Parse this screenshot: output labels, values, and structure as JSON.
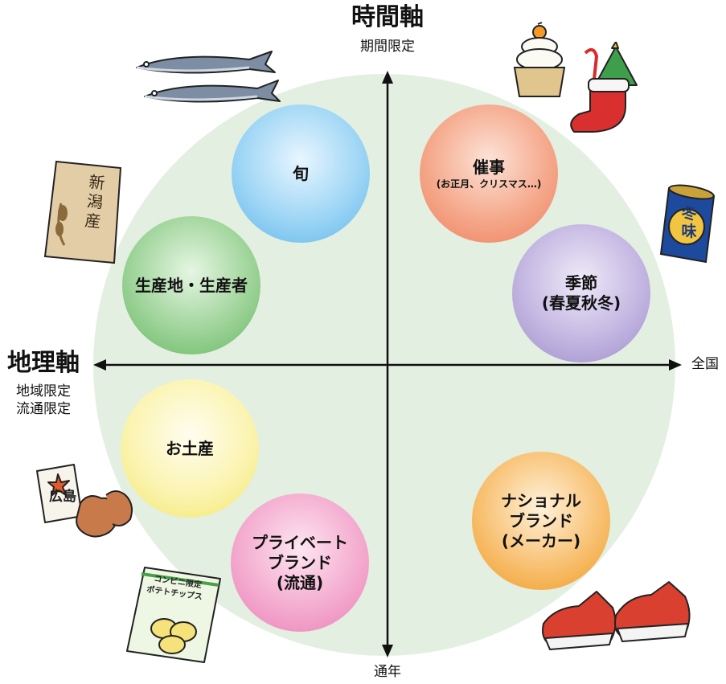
{
  "axes": {
    "vertical": {
      "title": "時間軸",
      "top_label": "期間限定",
      "bottom_label": "通年"
    },
    "horizontal": {
      "title": "地理軸",
      "left_label_1": "地域限定",
      "left_label_2": "流通限定",
      "right_label": "全国"
    }
  },
  "bubbles": {
    "shun": {
      "label": "旬"
    },
    "event": {
      "label": "催事",
      "sub": "(お正月、クリスマス…)"
    },
    "origin": {
      "label": "生産地・生産者"
    },
    "season": {
      "label": "季節\n(春夏秋冬)"
    },
    "souvenir": {
      "label": "お土産"
    },
    "private_brand": {
      "label": "プライベート\nブランド\n(流通)"
    },
    "national_brand": {
      "label": "ナショナル\nブランド\n(メーカー)"
    }
  },
  "illustrations": {
    "rice_bag": {
      "text": "新潟産"
    },
    "beer_can": {
      "text": "冬味"
    },
    "souvenir_box": {
      "text": "広島"
    },
    "chips_bag": {
      "text_1": "コンビニ限定",
      "text_2": "ポテトチップス"
    }
  },
  "colors": {
    "background_circle": "#e3efe1",
    "axis": "#111111",
    "shun": "#5fb6ea",
    "event": "#ee7e5c",
    "origin": "#66b762",
    "season": "#9d8cc8",
    "souvenir": "#f2e66a",
    "private_brand": "#ea7fb5",
    "national_brand": "#f09a1f"
  }
}
